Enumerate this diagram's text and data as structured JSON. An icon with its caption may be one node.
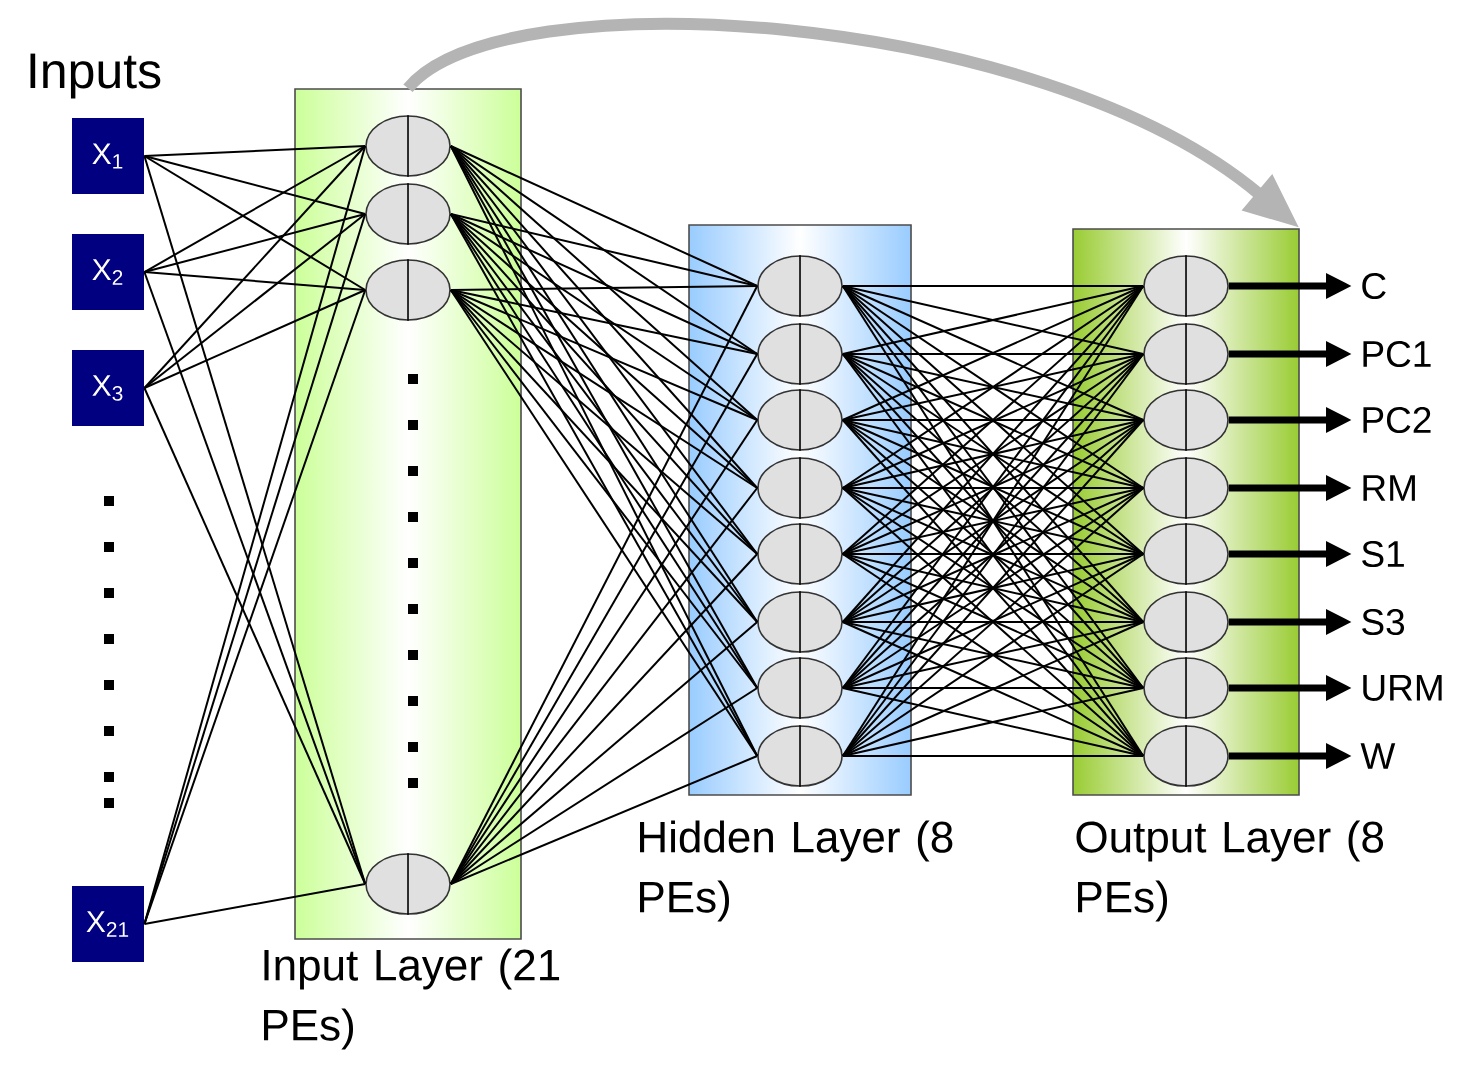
{
  "diagram": {
    "nodes": [
      {
        "text": [
          "X$_{1}$"
        ]
      },
      {
        "text": [
          "X$_{2}$"
        ]
      },
      {
        "text": [
          "X$_{3}$"
        ]
      },
      {
        "text": [
          "X$_{21}$"
        ]
      },
      {
        "text": [
          "Input Layer (21 PEs)"
        ]
      },
      {
        "text": [],
        "shape": "ellipse",
        "in": 4
      },
      {
        "text": [],
        "shape": "ellipse",
        "in": 4
      },
      {
        "text": [],
        "shape": "ellipse",
        "in": 4
      },
      {
        "text": [],
        "shape": "ellipse",
        "in": 4
      },
      {
        "text": [
          "Hidden Layer (8 PEs)"
        ]
      },
      {
        "text": [],
        "shape": "ellipse",
        "in": 9
      },
      {
        "text": [],
        "shape": "ellipse",
        "in": 9
      },
      {
        "text": [],
        "shape": "ellipse",
        "in": 9
      },
      {
        "text": [],
        "shape": "ellipse",
        "in": 9
      },
      {
        "text": [],
        "shape": "ellipse",
        "in": 9
      },
      {
        "text": [],
        "shape": "ellipse",
        "in": 9
      },
      {
        "text": [],
        "shape": "ellipse",
        "in": 9
      },
      {
        "text": [],
        "shape": "ellipse",
        "in": 9
      },
      {
        "text": [
          "Output Layer (8 PEs)"
        ]
      },
      {
        "text": [],
        "shape": "ellipse",
        "in": 18
      },
      {
        "text": [],
        "shape": "ellipse",
        "in": 18
      },
      {
        "text": [],
        "shape": "ellipse",
        "in": 18
      },
      {
        "text": [],
        "shape": "ellipse",
        "in": 18
      },
      {
        "text": [],
        "shape": "ellipse",
        "in": 18
      },
      {
        "text": [],
        "shape": "ellipse",
        "in": 18
      },
      {
        "text": [],
        "shape": "ellipse",
        "in": 18
      },
      {
        "text": [],
        "shape": "ellipse",
        "in": 18
      },
      {
        "text": [
          "C"
        ]
      },
      {
        "text": [
          "PC1"
        ]
      },
      {
        "text": [
          "PC2"
        ]
      },
      {
        "text": [
          "RM"
        ]
      },
      {
        "text": [
          "S1"
        ]
      },
      {
        "text": [
          "S3"
        ]
      },
      {
        "text": [
          "URM"
        ]
      },
      {
        "text": [
          "W"
        ]
      }
    ],
    "edges": [
      {
        "from": 0,
        "to": 5,
        "arrow": "none"
      },
      {
        "from": 0,
        "to": 6,
        "arrow": "none"
      },
      {
        "from": 0,
        "to": 7,
        "arrow": "none"
      },
      {
        "from": 0,
        "to": 8,
        "arrow": "none"
      },
      {
        "from": 1,
        "to": 5,
        "arrow": "none"
      },
      {
        "from": 1,
        "to": 6,
        "arrow": "none"
      },
      {
        "from": 1,
        "to": 7,
        "arrow": "none"
      },
      {
        "from": 1,
        "to": 8,
        "arrow": "none"
      },
      {
        "from": 2,
        "to": 5,
        "arrow": "none"
      },
      {
        "from": 2,
        "to": 6,
        "arrow": "none"
      },
      {
        "from": 2,
        "to": 7,
        "arrow": "none"
      },
      {
        "from": 2,
        "to": 8,
        "arrow": "none"
      },
      {
        "from": 3,
        "to": 5,
        "arrow": "none"
      },
      {
        "from": 3,
        "to": 6,
        "arrow": "none"
      },
      {
        "from": 3,
        "to": 7,
        "arrow": "none"
      },
      {
        "from": 3,
        "to": 8,
        "arrow": "none"
      },
      {
        "from": 5,
        "to": 10,
        "arrow": "none"
      },
      {
        "from": 5,
        "to": 11,
        "arrow": "none"
      },
      {
        "from": 5,
        "to": 12,
        "arrow": "none"
      },
      {
        "from": 5,
        "to": 13,
        "arrow": "none"
      },
      {
        "from": 5,
        "to": 14,
        "arrow": "none"
      },
      {
        "from": 5,
        "to": 15,
        "arrow": "none"
      },
      {
        "from": 5,
        "to": 16,
        "arrow": "none"
      },
      {
        "from": 5,
        "to": 17,
        "arrow": "none"
      },
      {
        "from": 6,
        "to": 10,
        "arrow": "none"
      },
      {
        "from": 6,
        "to": 11,
        "arrow": "none"
      },
      {
        "from": 6,
        "to": 12,
        "arrow": "none"
      },
      {
        "from": 6,
        "to": 13,
        "arrow": "none"
      },
      {
        "from": 6,
        "to": 14,
        "arrow": "none"
      },
      {
        "from": 6,
        "to": 15,
        "arrow": "none"
      },
      {
        "from": 6,
        "to": 16,
        "arrow": "none"
      },
      {
        "from": 6,
        "to": 17,
        "arrow": "none"
      },
      {
        "from": 7,
        "to": 10,
        "arrow": "none"
      },
      {
        "from": 7,
        "to": 11,
        "arrow": "none"
      },
      {
        "from": 7,
        "to": 12,
        "arrow": "none"
      },
      {
        "from": 7,
        "to": 13,
        "arrow": "none"
      },
      {
        "from": 7,
        "to": 14,
        "arrow": "none"
      },
      {
        "from": 7,
        "to": 15,
        "arrow": "none"
      },
      {
        "from": 7,
        "to": 16,
        "arrow": "none"
      },
      {
        "from": 7,
        "to": 17,
        "arrow": "none"
      },
      {
        "from": 8,
        "to": 10,
        "arrow": "none"
      },
      {
        "from": 8,
        "to": 11,
        "arrow": "none"
      },
      {
        "from": 8,
        "to": 12,
        "arrow": "none"
      },
      {
        "from": 8,
        "to": 13,
        "arrow": "none"
      },
      {
        "from": 8,
        "to": 14,
        "arrow": "none"
      },
      {
        "from": 8,
        "to": 15,
        "arrow": "none"
      },
      {
        "from": 8,
        "to": 16,
        "arrow": "none"
      },
      {
        "from": 8,
        "to": 17,
        "arrow": "none"
      },
      {
        "from": 10,
        "to": 19,
        "arrow": "none"
      },
      {
        "from": 10,
        "to": 20,
        "arrow": "none"
      },
      {
        "from": 10,
        "to": 21,
        "arrow": "none"
      },
      {
        "from": 10,
        "to": 22,
        "arrow": "none"
      },
      {
        "from": 10,
        "to": 23,
        "arrow": "none"
      },
      {
        "from": 10,
        "to": 24,
        "arrow": "none"
      },
      {
        "from": 10,
        "to": 25,
        "arrow": "none"
      },
      {
        "from": 10,
        "to": 26,
        "arrow": "none"
      },
      {
        "from": 11,
        "to": 19,
        "arrow": "none"
      },
      {
        "from": 11,
        "to": 20,
        "arrow": "none"
      },
      {
        "from": 11,
        "to": 21,
        "arrow": "none"
      },
      {
        "from": 11,
        "to": 22,
        "arrow": "none"
      },
      {
        "from": 11,
        "to": 23,
        "arrow": "none"
      },
      {
        "from": 11,
        "to": 24,
        "arrow": "none"
      },
      {
        "from": 11,
        "to": 25,
        "arrow": "none"
      },
      {
        "from": 11,
        "to": 26,
        "arrow": "none"
      },
      {
        "from": 12,
        "to": 19,
        "arrow": "none"
      },
      {
        "from": 12,
        "to": 20,
        "arrow": "none"
      },
      {
        "from": 12,
        "to": 21,
        "arrow": "none"
      },
      {
        "from": 12,
        "to": 22,
        "arrow": "none"
      },
      {
        "from": 12,
        "to": 23,
        "arrow": "none"
      },
      {
        "from": 12,
        "to": 24,
        "arrow": "none"
      },
      {
        "from": 12,
        "to": 25,
        "arrow": "none"
      },
      {
        "from": 12,
        "to": 26,
        "arrow": "none"
      },
      {
        "from": 13,
        "to": 19,
        "arrow": "none"
      },
      {
        "from": 13,
        "to": 20,
        "arrow": "none"
      },
      {
        "from": 13,
        "to": 21,
        "arrow": "none"
      },
      {
        "from": 13,
        "to": 22,
        "arrow": "none"
      },
      {
        "from": 13,
        "to": 23,
        "arrow": "none"
      },
      {
        "from": 13,
        "to": 24,
        "arrow": "none"
      },
      {
        "from": 13,
        "to": 25,
        "arrow": "none"
      },
      {
        "from": 13,
        "to": 26,
        "arrow": "none"
      },
      {
        "from": 14,
        "to": 19,
        "arrow": "none"
      },
      {
        "from": 14,
        "to": 20,
        "arrow": "none"
      },
      {
        "from": 14,
        "to": 21,
        "arrow": "none"
      },
      {
        "from": 14,
        "to": 22,
        "arrow": "none"
      },
      {
        "from": 14,
        "to": 23,
        "arrow": "none"
      },
      {
        "from": 14,
        "to": 24,
        "arrow": "none"
      },
      {
        "from": 14,
        "to": 25,
        "arrow": "none"
      },
      {
        "from": 14,
        "to": 26,
        "arrow": "none"
      },
      {
        "from": 15,
        "to": 19,
        "arrow": "none"
      },
      {
        "from": 15,
        "to": 20,
        "arrow": "none"
      },
      {
        "from": 15,
        "to": 21,
        "arrow": "none"
      },
      {
        "from": 15,
        "to": 22,
        "arrow": "none"
      },
      {
        "from": 15,
        "to": 23,
        "arrow": "none"
      },
      {
        "from": 15,
        "to": 24,
        "arrow": "none"
      },
      {
        "from": 15,
        "to": 25,
        "arrow": "none"
      },
      {
        "from": 15,
        "to": 26,
        "arrow": "none"
      },
      {
        "from": 16,
        "to": 19,
        "arrow": "none"
      },
      {
        "from": 16,
        "to": 20,
        "arrow": "none"
      },
      {
        "from": 16,
        "to": 21,
        "arrow": "none"
      },
      {
        "from": 16,
        "to": 22,
        "arrow": "none"
      },
      {
        "from": 16,
        "to": 23,
        "arrow": "none"
      },
      {
        "from": 16,
        "to": 24,
        "arrow": "none"
      },
      {
        "from": 16,
        "to": 25,
        "arrow": "none"
      },
      {
        "from": 16,
        "to": 26,
        "arrow": "none"
      },
      {
        "from": 17,
        "to": 19,
        "arrow": "none"
      },
      {
        "from": 17,
        "to": 20,
        "arrow": "none"
      },
      {
        "from": 17,
        "to": 21,
        "arrow": "none"
      },
      {
        "from": 17,
        "to": 22,
        "arrow": "none"
      },
      {
        "from": 17,
        "to": 23,
        "arrow": "none"
      },
      {
        "from": 17,
        "to": 24,
        "arrow": "none"
      },
      {
        "from": 17,
        "to": 25,
        "arrow": "none"
      },
      {
        "from": 17,
        "to": 26,
        "arrow": "none"
      },
      {
        "from": 19,
        "to": 27,
        "arrow": "to",
        "style": "thick"
      },
      {
        "from": 20,
        "to": 28,
        "arrow": "to",
        "style": "thick"
      },
      {
        "from": 21,
        "to": 29,
        "arrow": "to",
        "style": "thick"
      },
      {
        "from": 22,
        "to": 30,
        "arrow": "to",
        "style": "thick"
      },
      {
        "from": 23,
        "to": 31,
        "arrow": "to",
        "style": "thick"
      },
      {
        "from": 24,
        "to": 32,
        "arrow": "to",
        "style": "thick"
      },
      {
        "from": 25,
        "to": 33,
        "arrow": "to",
        "style": "thick"
      },
      {
        "from": 26,
        "to": 34,
        "arrow": "to",
        "style": "thick"
      },
      {
        "from": 4,
        "to": 18,
        "arrow": "to",
        "style": "thick",
        "color": "#b4b4b4"
      }
    ],
    "labels": [
      "Inputs"
    ]
  }
}
